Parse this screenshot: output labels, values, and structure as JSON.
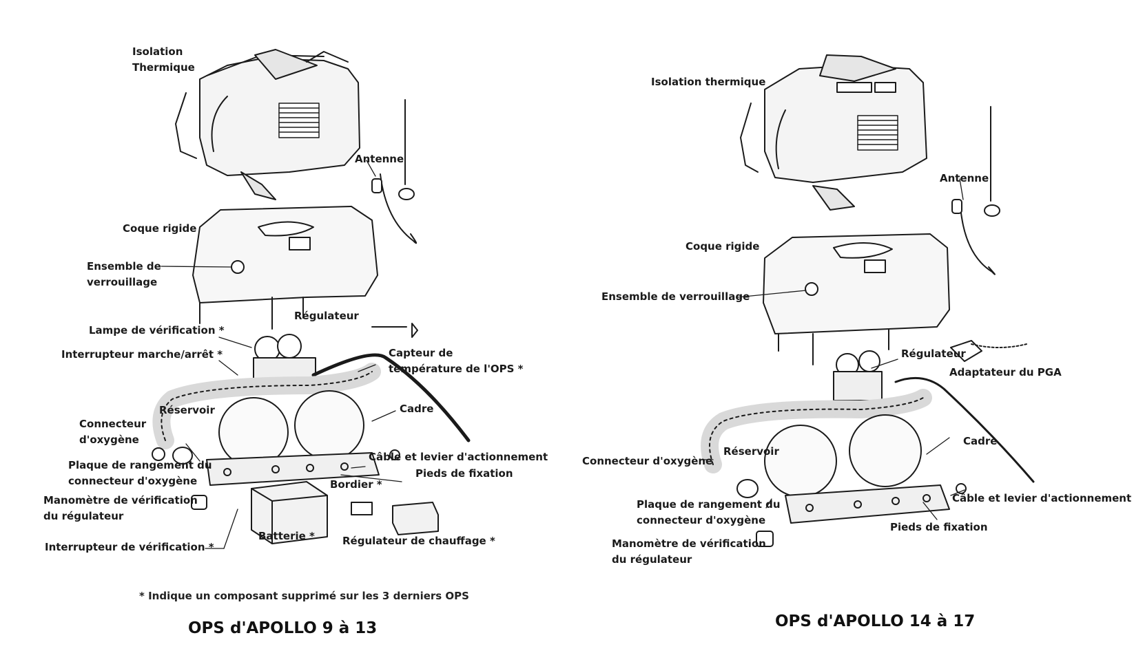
{
  "left": {
    "title": "OPS d'APOLLO 9 à 13",
    "footnote": "* Indique un composant supprimé sur les 3 derniers OPS",
    "labels": {
      "isolation": "Isolation\nThermique",
      "antenne": "Antenne",
      "coque": "Coque rigide",
      "verrouillage": "Ensemble de\nverrouillage",
      "regulateur": "Régulateur",
      "lampe": "Lampe de vérification *",
      "interrupteur": "Interrupteur marche/arrêt *",
      "capteur": "Capteur de\ntempérature de l'OPS *",
      "reservoir": "Réservoir",
      "cadre": "Cadre",
      "connecteur": "Connecteur\nd'oxygène",
      "cable": "Câble et levier d'actionnement",
      "plaque": "Plaque de rangement du\nconnecteur d'oxygène",
      "pieds": "Pieds de fixation",
      "bordier": "Bordier *",
      "manometre": "Manomètre de vérification\ndu régulateur",
      "batterie": "Batterie *",
      "chauffage": "Régulateur de chauffage *",
      "interrupteur_verif": "Interrupteur de vérification *"
    }
  },
  "right": {
    "title": "OPS d'APOLLO 14 à 17",
    "labels": {
      "isolation": "Isolation thermique",
      "antenne": "Antenne",
      "coque": "Coque rigide",
      "verrouillage": "Ensemble de verrouillage",
      "regulateur": "Régulateur",
      "pga": "Adaptateur du PGA",
      "cadre": "Cadre",
      "connecteur": "Connecteur d'oxygène",
      "reservoir": "Réservoir",
      "plaque": "Plaque de rangement du\nconnecteur d'oxygène",
      "cable": "Câble et levier d'actionnement",
      "pieds": "Pieds de fixation",
      "manometre": "Manomètre de vérification\ndu régulateur"
    }
  }
}
